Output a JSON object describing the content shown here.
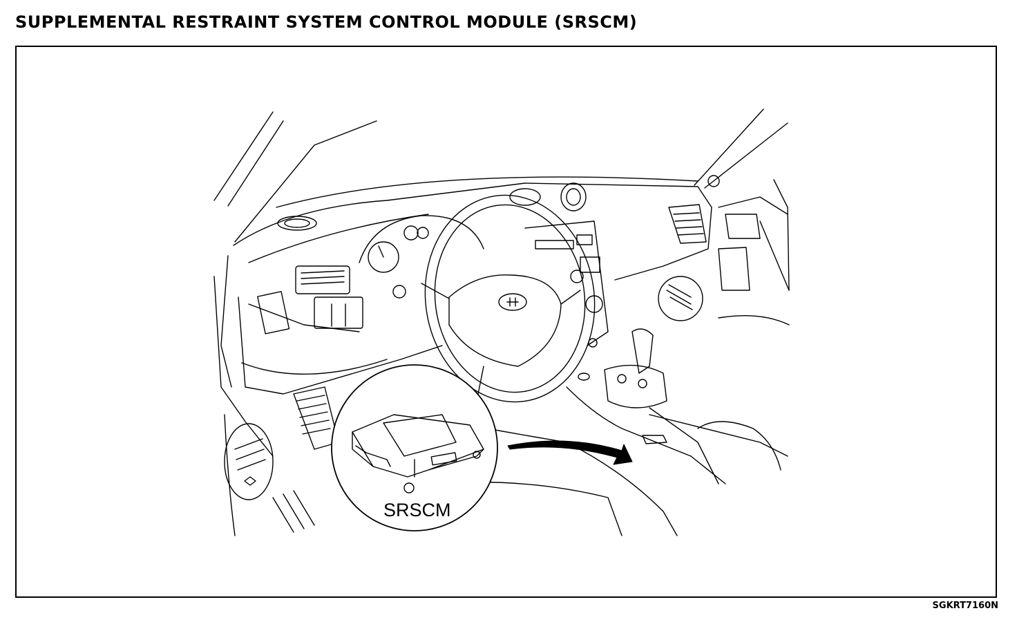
{
  "header": {
    "title": "SUPPLEMENTAL RESTRAINT SYSTEM CONTROL MODULE (SRSCM)"
  },
  "figure": {
    "callout_label": "SRSCM",
    "figure_code": "SGKRT7160N"
  }
}
